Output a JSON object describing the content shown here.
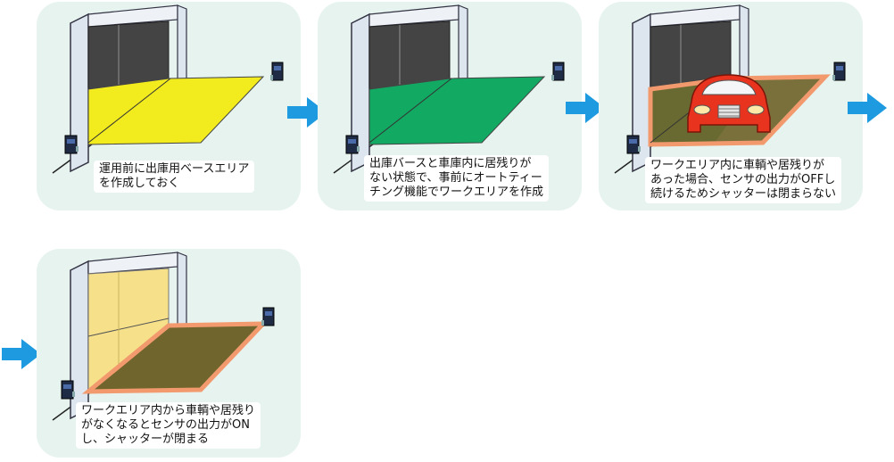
{
  "steps": [
    {
      "caption": "運用前に出庫用ベースエリア\nを作成しておく"
    },
    {
      "caption": "出庫バースと車庫内に居残りが\nない状態で、事前にオートティー\nチング機能でワークエリアを作成"
    },
    {
      "caption": "ワークエリア内に車輌や居残りが\nあった場合、センサの出力がOFFし\n続けるためシャッターは閉まらない"
    },
    {
      "caption": "ワークエリア内から車輌や居残り\nがなくなるとセンサの出力がON\nし、シャッターが閉まる"
    }
  ],
  "colors": {
    "panel_bg": "#e6f3ee",
    "arrow": "#1e9be0",
    "base_area": "#f2eb1d",
    "work_area": "#12a963",
    "detect_area": "#70652d",
    "detect_border": "#f29a6e",
    "shutter_open": "#444444",
    "shutter_closed": "#f6e08a",
    "car": "#e8331e"
  },
  "icons": [
    "sensor-icon",
    "car-icon",
    "flow-arrow-icon"
  ]
}
